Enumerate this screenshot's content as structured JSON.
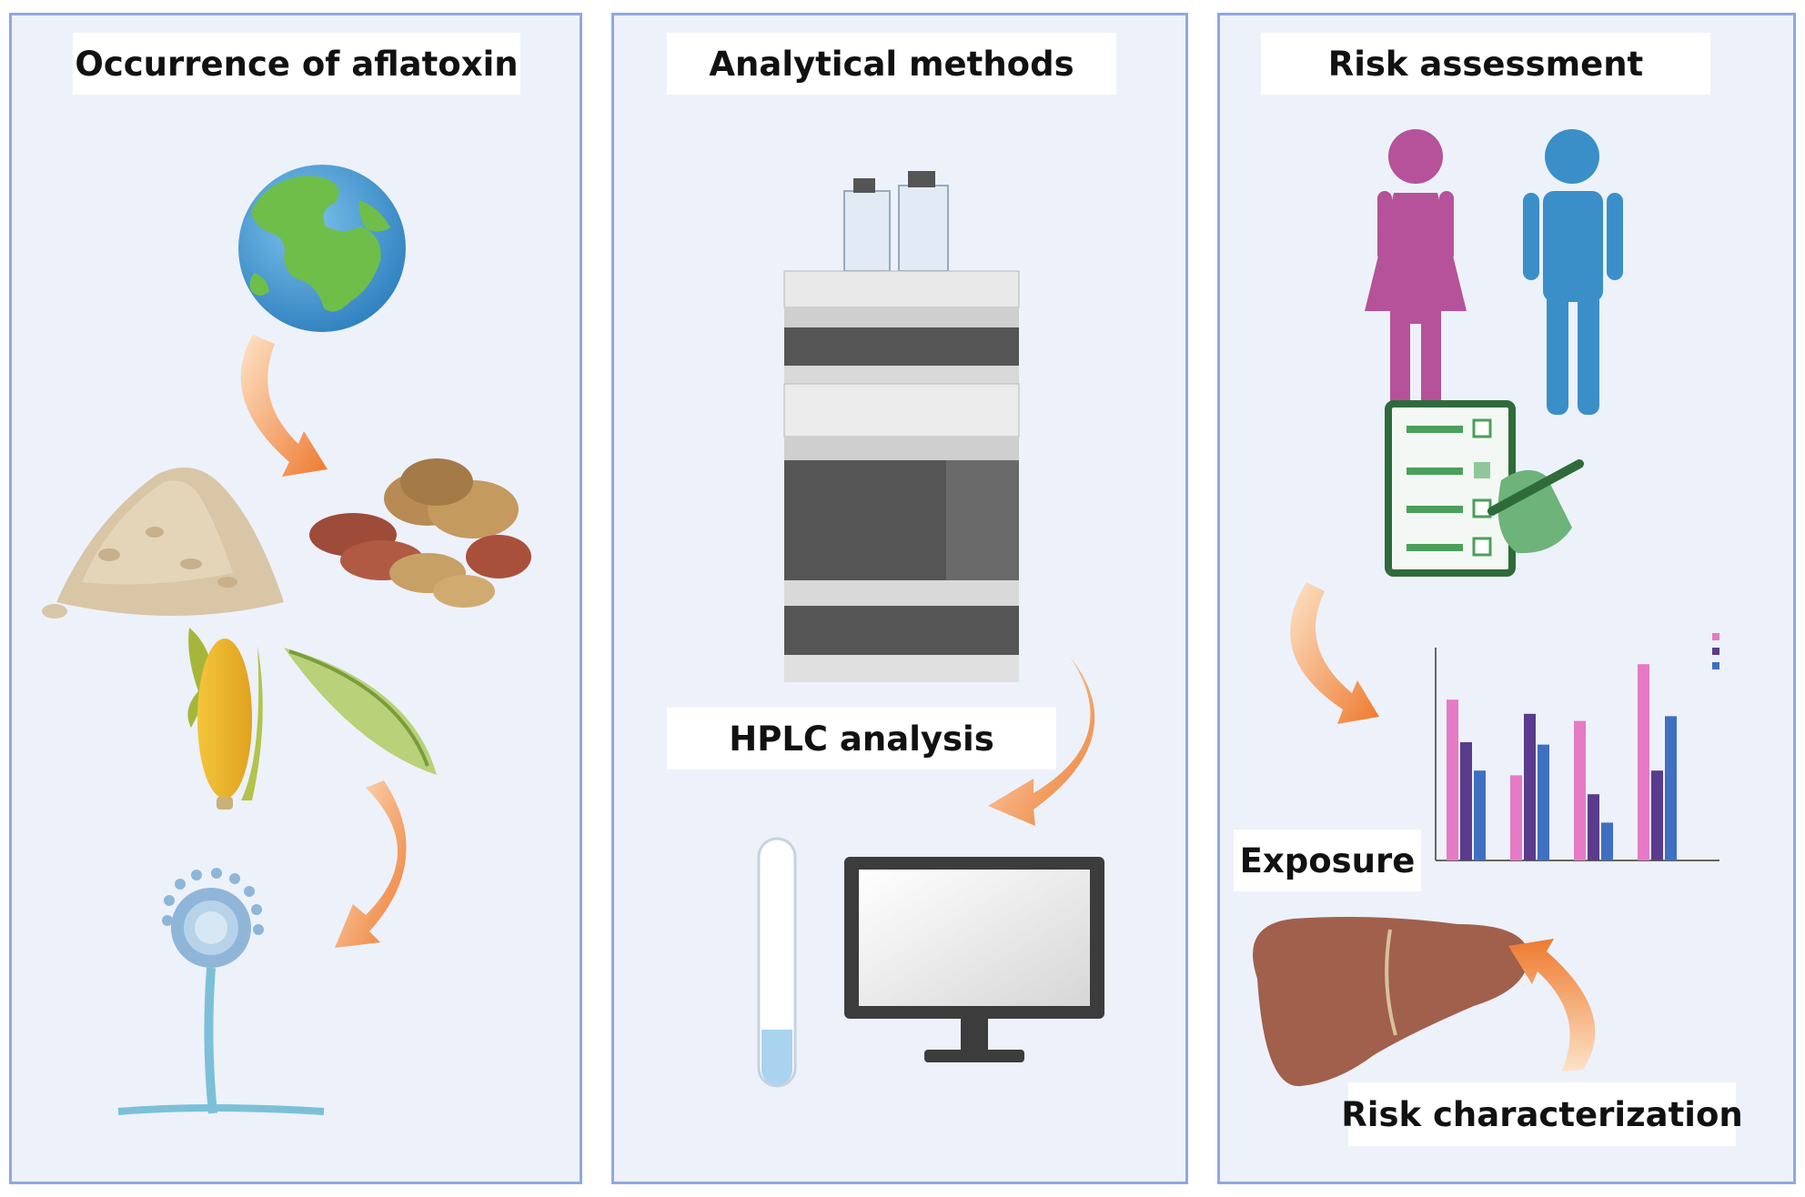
{
  "panels": {
    "occurrence": {
      "title": "Occurrence of aflatoxin"
    },
    "analytical": {
      "title": "Analytical methods",
      "hplc_label": "HPLC analysis"
    },
    "risk": {
      "title": "Risk assessment",
      "exposure_label": "Exposure",
      "characterization_label": "Risk characterization"
    }
  },
  "chart_data": {
    "type": "bar",
    "categories": [
      "",
      "",
      "",
      ""
    ],
    "series": [
      {
        "values": [
          6.8,
          3.6,
          5.9,
          8.3
        ]
      },
      {
        "values": [
          5.0,
          6.2,
          2.8,
          3.8
        ]
      },
      {
        "values": [
          3.8,
          4.9,
          1.6,
          6.1
        ]
      }
    ],
    "ylim": [
      0,
      9
    ],
    "legend": "top-right"
  },
  "colors": {
    "panel_bg": "#edf1fa",
    "panel_border": "#8fa9e0",
    "arrow": "#f0803a",
    "female": "#b5529a",
    "male": "#3a8fc8",
    "liver": "#a0604c",
    "checklist": "#3d8a4c",
    "bar_pink": "#e57ac6",
    "bar_purple": "#5a3b8c",
    "bar_blue": "#3f6fc1"
  },
  "icons": [
    "globe-icon",
    "flour-pile-icon",
    "peanuts-icon",
    "corn-icon",
    "pea-pod-icon",
    "aspergillus-icon",
    "hplc-instrument-icon",
    "test-tube-icon",
    "monitor-icon",
    "female-icon",
    "male-icon",
    "checklist-icon",
    "liver-icon"
  ]
}
